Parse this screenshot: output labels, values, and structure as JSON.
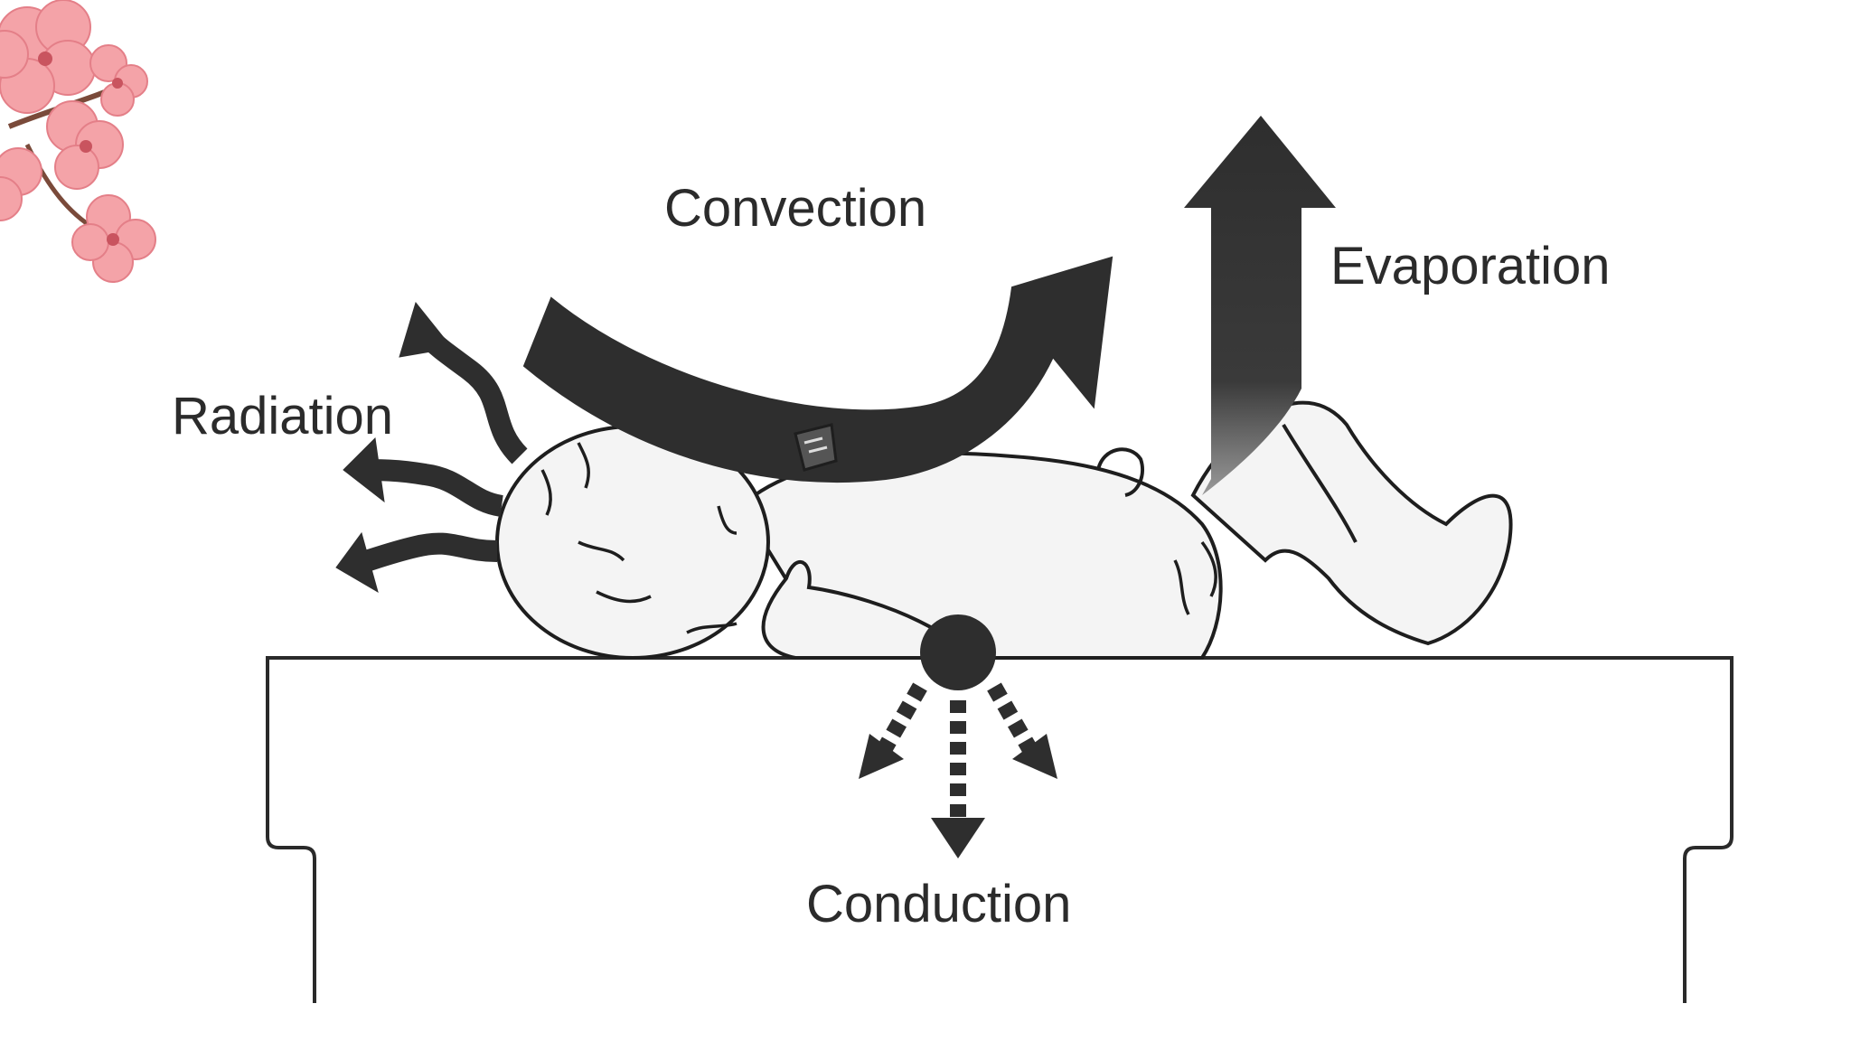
{
  "labels": {
    "convection": "Convection",
    "evaporation": "Evaporation",
    "radiation": "Radiation",
    "conduction": "Conduction"
  },
  "colors": {
    "arrow": "#2e2e2e",
    "outline": "#1e1e1e",
    "skin": "#f4f4f4",
    "blossom": "#f4a3a8",
    "blossom_dark": "#e47f88"
  },
  "icons": {
    "decoration": "cherry-blossom-icon"
  }
}
